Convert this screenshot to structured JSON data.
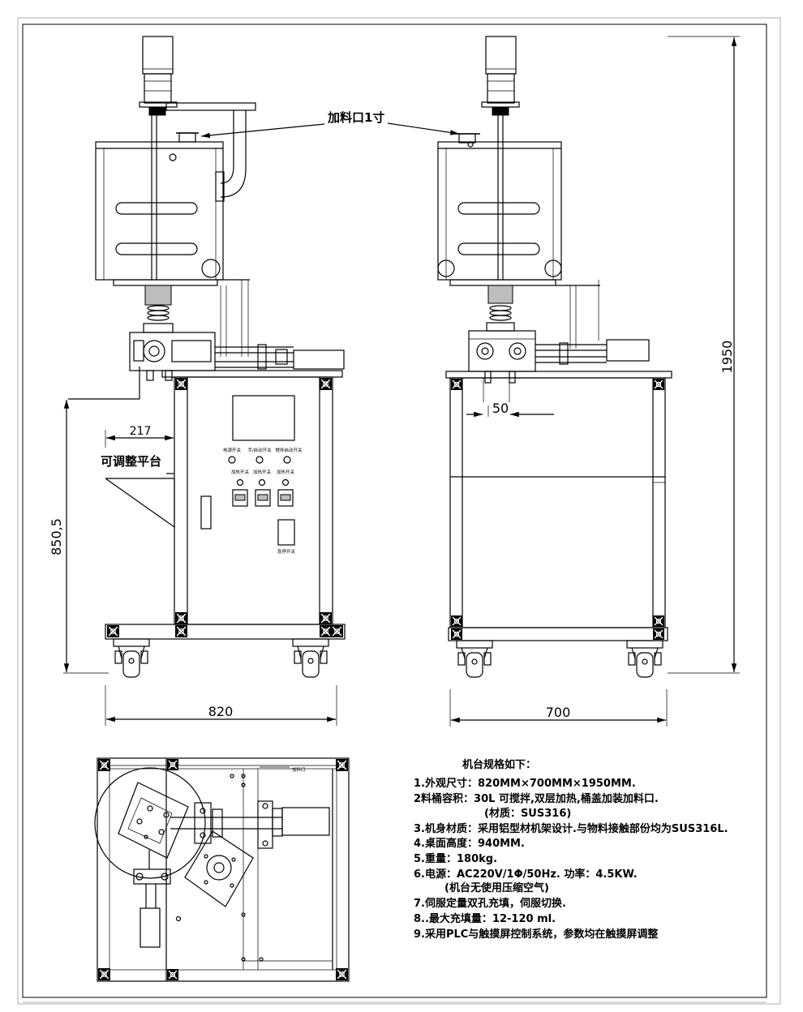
{
  "callouts": {
    "inlet": "加料口1寸",
    "platform": "可调整平台",
    "top_view_inlet": "加料口"
  },
  "dimensions": {
    "platform_width": "217",
    "table_height": "850,5",
    "overall_width": "820",
    "overall_depth": "700",
    "nozzle_pitch": "50",
    "overall_height": "1950"
  },
  "panel": {
    "row1_labels": [
      "电源开关",
      "手/自动开关",
      "搅拌启动开关"
    ],
    "row2_labels": [
      "加热开关",
      "加热开关",
      "加热开关"
    ],
    "emergency_label": "急停开关"
  },
  "specs": {
    "title": "机台规格如下：",
    "lines": [
      "1.外观尺寸：820MM×700MM×1950MM.",
      "2料桶容积：30L  可搅拌,双层加热,桶盖加装加料口.",
      "(材质：SUS316)",
      "3.机身材质：采用铝型材机架设计.与物料接触部份均为SUS316L.",
      "4.桌面高度：940MM.",
      "5.重量：180kg.",
      "6.电源：AC220V/1Φ/50Hz. 功率：4.5KW.",
      "(机台无使用压缩空气)",
      "7.伺服定量双孔充填，伺服切换.",
      "8..最大充填量：12-120 ml.",
      "9.采用PLC与触摸屏控制系统，参数均在触摸屏调整"
    ]
  },
  "colors": {
    "ink": "#000000",
    "paper": "#ffffff"
  }
}
